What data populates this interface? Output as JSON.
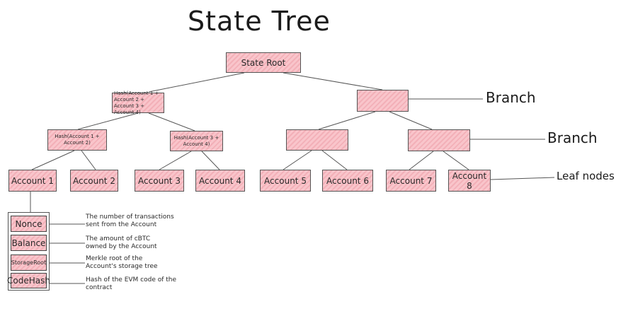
{
  "title": "State Tree",
  "root": "State Root",
  "branches_l1": [
    "Hash(Account 1 + Account 2 + Account 3 + Account 4)",
    ""
  ],
  "branches_l2": [
    "Hash(Account 1 + Account 2)",
    "Hash(Account 3 + Account 4)",
    "",
    ""
  ],
  "leaves": [
    "Account 1",
    "Account 2",
    "Account 3",
    "Account 4",
    "Account 5",
    "Account 6",
    "Account 7",
    "Account 8"
  ],
  "labels": {
    "branch_1": "Branch",
    "branch_2": "Branch",
    "leaf": "Leaf nodes"
  },
  "fields": [
    {
      "name": "Nonce",
      "desc": "The number of transactions sent from the Account"
    },
    {
      "name": "Balance",
      "desc": "The amount of cBTC owned by the Account"
    },
    {
      "name": "StorageRoot",
      "desc": "Merkle root of the Account's storage tree"
    },
    {
      "name": "CodeHash",
      "desc": "Hash of the EVM code of the contract"
    }
  ]
}
